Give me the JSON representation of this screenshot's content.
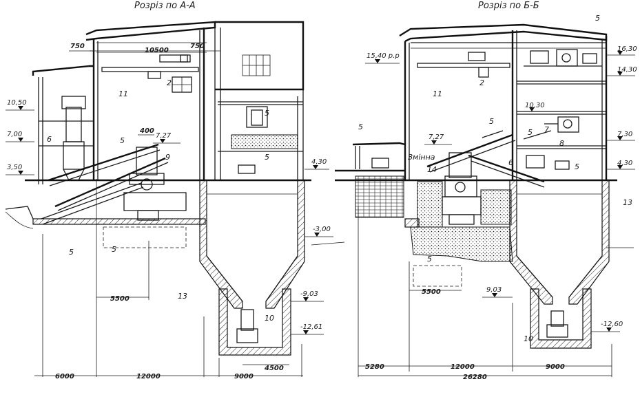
{
  "left_section": {
    "caption": "Розріз по А-А",
    "levels": [
      "10,50",
      "7,00",
      "3,50",
      "4,30",
      "-3,00",
      "-9,03",
      "-12,61"
    ],
    "dims": [
      "750",
      "10500",
      "750",
      "400",
      "7,27",
      "5500",
      "6000",
      "12000",
      "9000",
      "4500"
    ],
    "callouts": [
      "11",
      "2",
      "5",
      "6",
      "5",
      "9",
      "5",
      "5",
      "5",
      "13",
      "10"
    ]
  },
  "right_section": {
    "caption": "Розріз по Б-Б",
    "levels": [
      "15,40 р.р",
      "16,30",
      "14,30",
      "10,30",
      "7,30",
      "4,30",
      "9,03",
      "-12,60"
    ],
    "dims": [
      "7,27",
      "5500",
      "5280",
      "12000",
      "9000",
      "26280"
    ],
    "callouts": [
      "5",
      "11",
      "2",
      "5",
      "5",
      "Змінна",
      "14",
      "7",
      "5",
      "8",
      "6",
      "5",
      "13",
      "5",
      "10"
    ]
  }
}
